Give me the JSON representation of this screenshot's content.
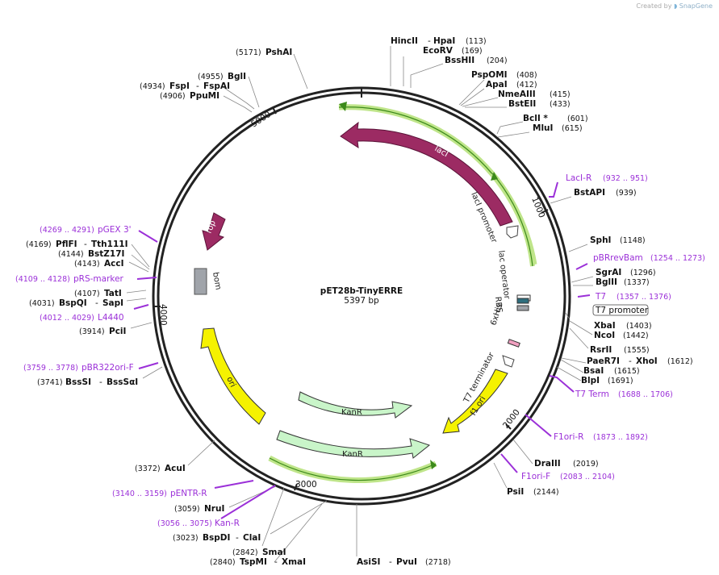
{
  "credit": {
    "prefix": "Created by",
    "brand": "SnapGene"
  },
  "plasmid": {
    "name": "pET28b-TinyERRE",
    "size": "5397 bp"
  },
  "ticks": [
    "1000",
    "2000",
    "3000",
    "4000",
    "5000"
  ],
  "enzymes": [
    {
      "name": "HincII",
      "sep": " - ",
      "name2": "HpaI",
      "pos": "(113)"
    },
    {
      "name": "EcoRV",
      "pos": "(169)"
    },
    {
      "name": "BssHII",
      "pos": "(204)"
    },
    {
      "name": "PspOMI",
      "pos": "(408)"
    },
    {
      "name": "ApaI",
      "pos": "(412)"
    },
    {
      "name": "NmeAIII",
      "pos": "(415)"
    },
    {
      "name": "BstEII",
      "pos": "(433)"
    },
    {
      "name": "BclI *",
      "pos": "(601)"
    },
    {
      "name": "MluI",
      "pos": "(615)"
    },
    {
      "name": "BstAPI",
      "pos": "(939)"
    },
    {
      "name": "SphI",
      "pos": "(1148)"
    },
    {
      "name": "SgrAI",
      "pos": "(1296)"
    },
    {
      "name": "BglII",
      "pos": "(1337)"
    },
    {
      "name": "XbaI",
      "pos": "(1403)"
    },
    {
      "name": "NcoI",
      "pos": "(1442)"
    },
    {
      "name": "RsrII",
      "pos": "(1555)"
    },
    {
      "name": "PaeR7I",
      "sep": " - ",
      "name2": "XhoI",
      "pos": "(1612)"
    },
    {
      "name": "BsaI",
      "pos": "(1615)"
    },
    {
      "name": "BlpI",
      "pos": "(1691)"
    },
    {
      "name": "DraIII",
      "pos": "(2019)"
    },
    {
      "name": "PsiI",
      "pos": "(2144)"
    },
    {
      "name": "AsiSI",
      "sep": " - ",
      "name2": "PvuI",
      "pos": "(2718)"
    },
    {
      "name": "SmaI",
      "pos": "(2842)"
    },
    {
      "name": "TspMI",
      "sep": " - ",
      "name2": "XmaI",
      "pos": "(2840)"
    },
    {
      "name": "BspDI",
      "sep": " - ",
      "name2": "ClaI",
      "pos": "(3023)"
    },
    {
      "name": "NruI",
      "pos": "(3059)"
    },
    {
      "name": "AcuI",
      "pos": "(3372)"
    },
    {
      "name": "BssSI",
      "sep": " - ",
      "name2": "BssSαI",
      "pos": "(3741)"
    },
    {
      "name": "PciI",
      "pos": "(3914)"
    },
    {
      "name": "SapI",
      "pos": "(4031)",
      "first": "BspQI",
      "sep0": " - "
    },
    {
      "name": "TatI",
      "pos": "(4107)"
    },
    {
      "name": "AccI",
      "pos": "(4143)"
    },
    {
      "name": "BstZ17I",
      "pos": "(4144)"
    },
    {
      "name": "PflFI",
      "sep": " - ",
      "name2": "Tth111I",
      "pos": "(4169)"
    },
    {
      "name": "PpuMI",
      "pos": "(4906)"
    },
    {
      "name": "FspI",
      "sep": " - ",
      "name2": "FspAI",
      "pos": "(4934)"
    },
    {
      "name": "BglI",
      "pos": "(4955)"
    },
    {
      "name": "PshAI",
      "pos": "(5171)"
    }
  ],
  "primers": [
    {
      "name": "LacI-R",
      "range": "(932 .. 951)"
    },
    {
      "name": "pBRrevBam",
      "range": "(1254 .. 1273)"
    },
    {
      "name": "T7",
      "range": "(1357 .. 1376)"
    },
    {
      "name": "T7 Term",
      "range": "(1688 .. 1706)"
    },
    {
      "name": "F1ori-R",
      "range": "(1873 .. 1892)"
    },
    {
      "name": "F1ori-F",
      "range": "(2083 .. 2104)"
    },
    {
      "name": "pENTR-R",
      "range": "(3140 .. 3159)"
    },
    {
      "name": "Kan-R",
      "range": "(3056 .. 3075)"
    },
    {
      "name": "pBR322ori-F",
      "range": "(3759 .. 3778)"
    },
    {
      "name": "L4440",
      "range": "(4012 .. 4029)"
    },
    {
      "name": "pRS-marker",
      "range": "(4109 .. 4128)"
    },
    {
      "name": "pGEX 3'",
      "range": "(4269 .. 4291)"
    }
  ],
  "features": {
    "lacI": "lacI",
    "lacI_promoter": "lacI promoter",
    "lac_operator": "lac operator",
    "T7_promoter": "T7 promoter",
    "RBS": "RBS",
    "his": "6xHis",
    "T7_terminator": "T7 terminator",
    "f1_ori": "f1 ori",
    "KanR1": "KanR",
    "KanR2": "KanR",
    "ori": "ori",
    "rop": "rop",
    "bom": "bom"
  },
  "colors": {
    "lacI": "#9c2b63",
    "rop": "#9c2b63",
    "ori": "#f5f200",
    "f1ori": "#f5f200",
    "kanr": "#c9f5c9",
    "promoter_band": "#bfe58a",
    "primer": "#9b30d8",
    "bom": "#a0a4aa"
  }
}
